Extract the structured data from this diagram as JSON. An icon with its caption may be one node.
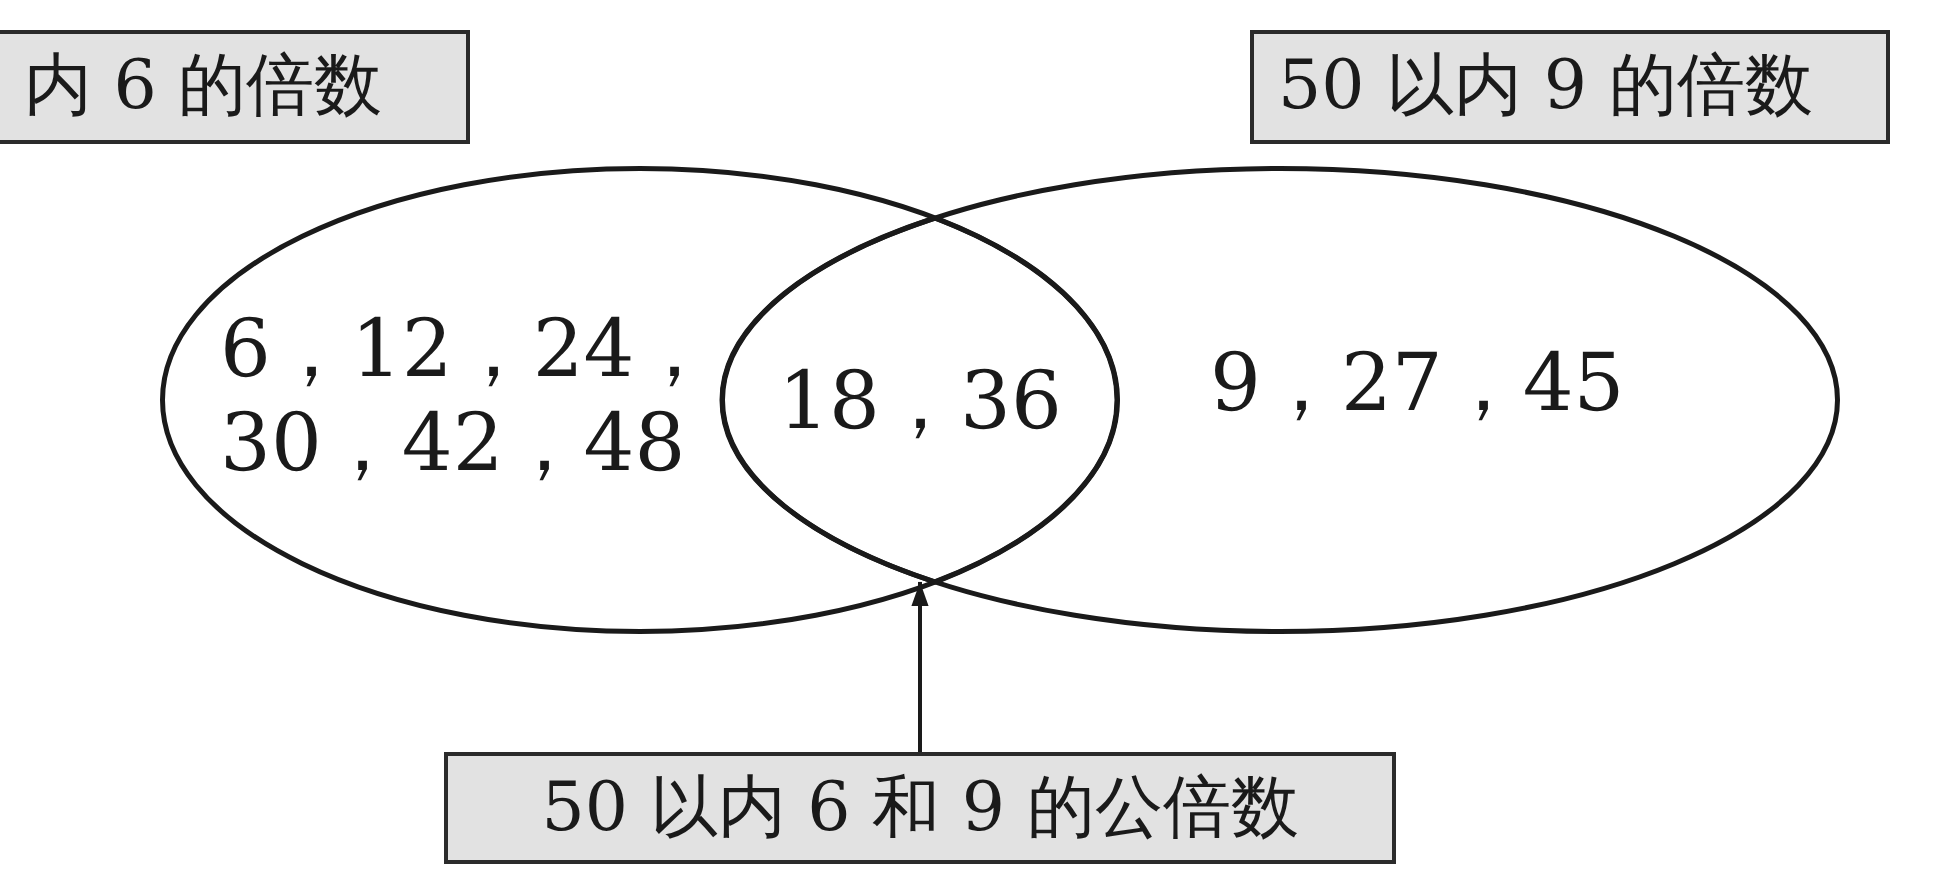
{
  "diagram": {
    "nodes": [
      {
        "text": [
          "内 6 的倍数"
        ]
      },
      {
        "text": [
          "50 以内 9 的倍数"
        ]
      },
      {
        "text": [
          "6，12，24，30，42，48"
        ]
      },
      {
        "text": [
          "9，27，45"
        ]
      },
      {
        "text": [
          "18，36"
        ]
      },
      {
        "text": [
          "50 以内 6 和 9 的公倍数"
        ]
      }
    ],
    "edges": [
      {
        "from": 5,
        "to": 4,
        "arrow": "to"
      }
    ]
  }
}
